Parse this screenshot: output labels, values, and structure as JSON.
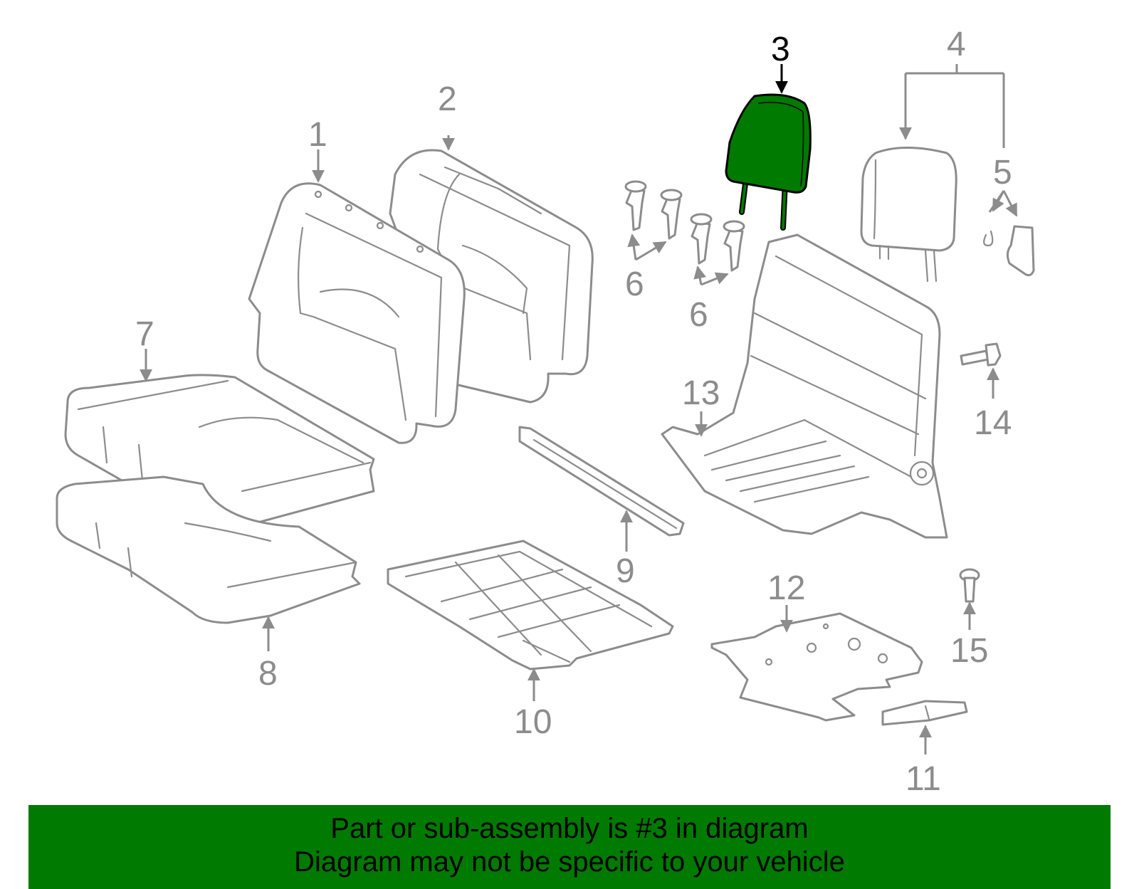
{
  "diagram": {
    "highlight_color": "#007a00",
    "line_color": "#8c8c8c",
    "selected_part": "3",
    "callouts": {
      "c1": "1",
      "c2": "2",
      "c3": "3",
      "c4": "4",
      "c5": "5",
      "c6a": "6",
      "c6b": "6",
      "c7": "7",
      "c8": "8",
      "c9": "9",
      "c10": "10",
      "c11": "11",
      "c12": "12",
      "c13": "13",
      "c14": "14",
      "c15": "15"
    }
  },
  "banner": {
    "line1": "Part or sub-assembly is #3 in diagram",
    "line2": "Diagram may not be specific to your vehicle"
  }
}
